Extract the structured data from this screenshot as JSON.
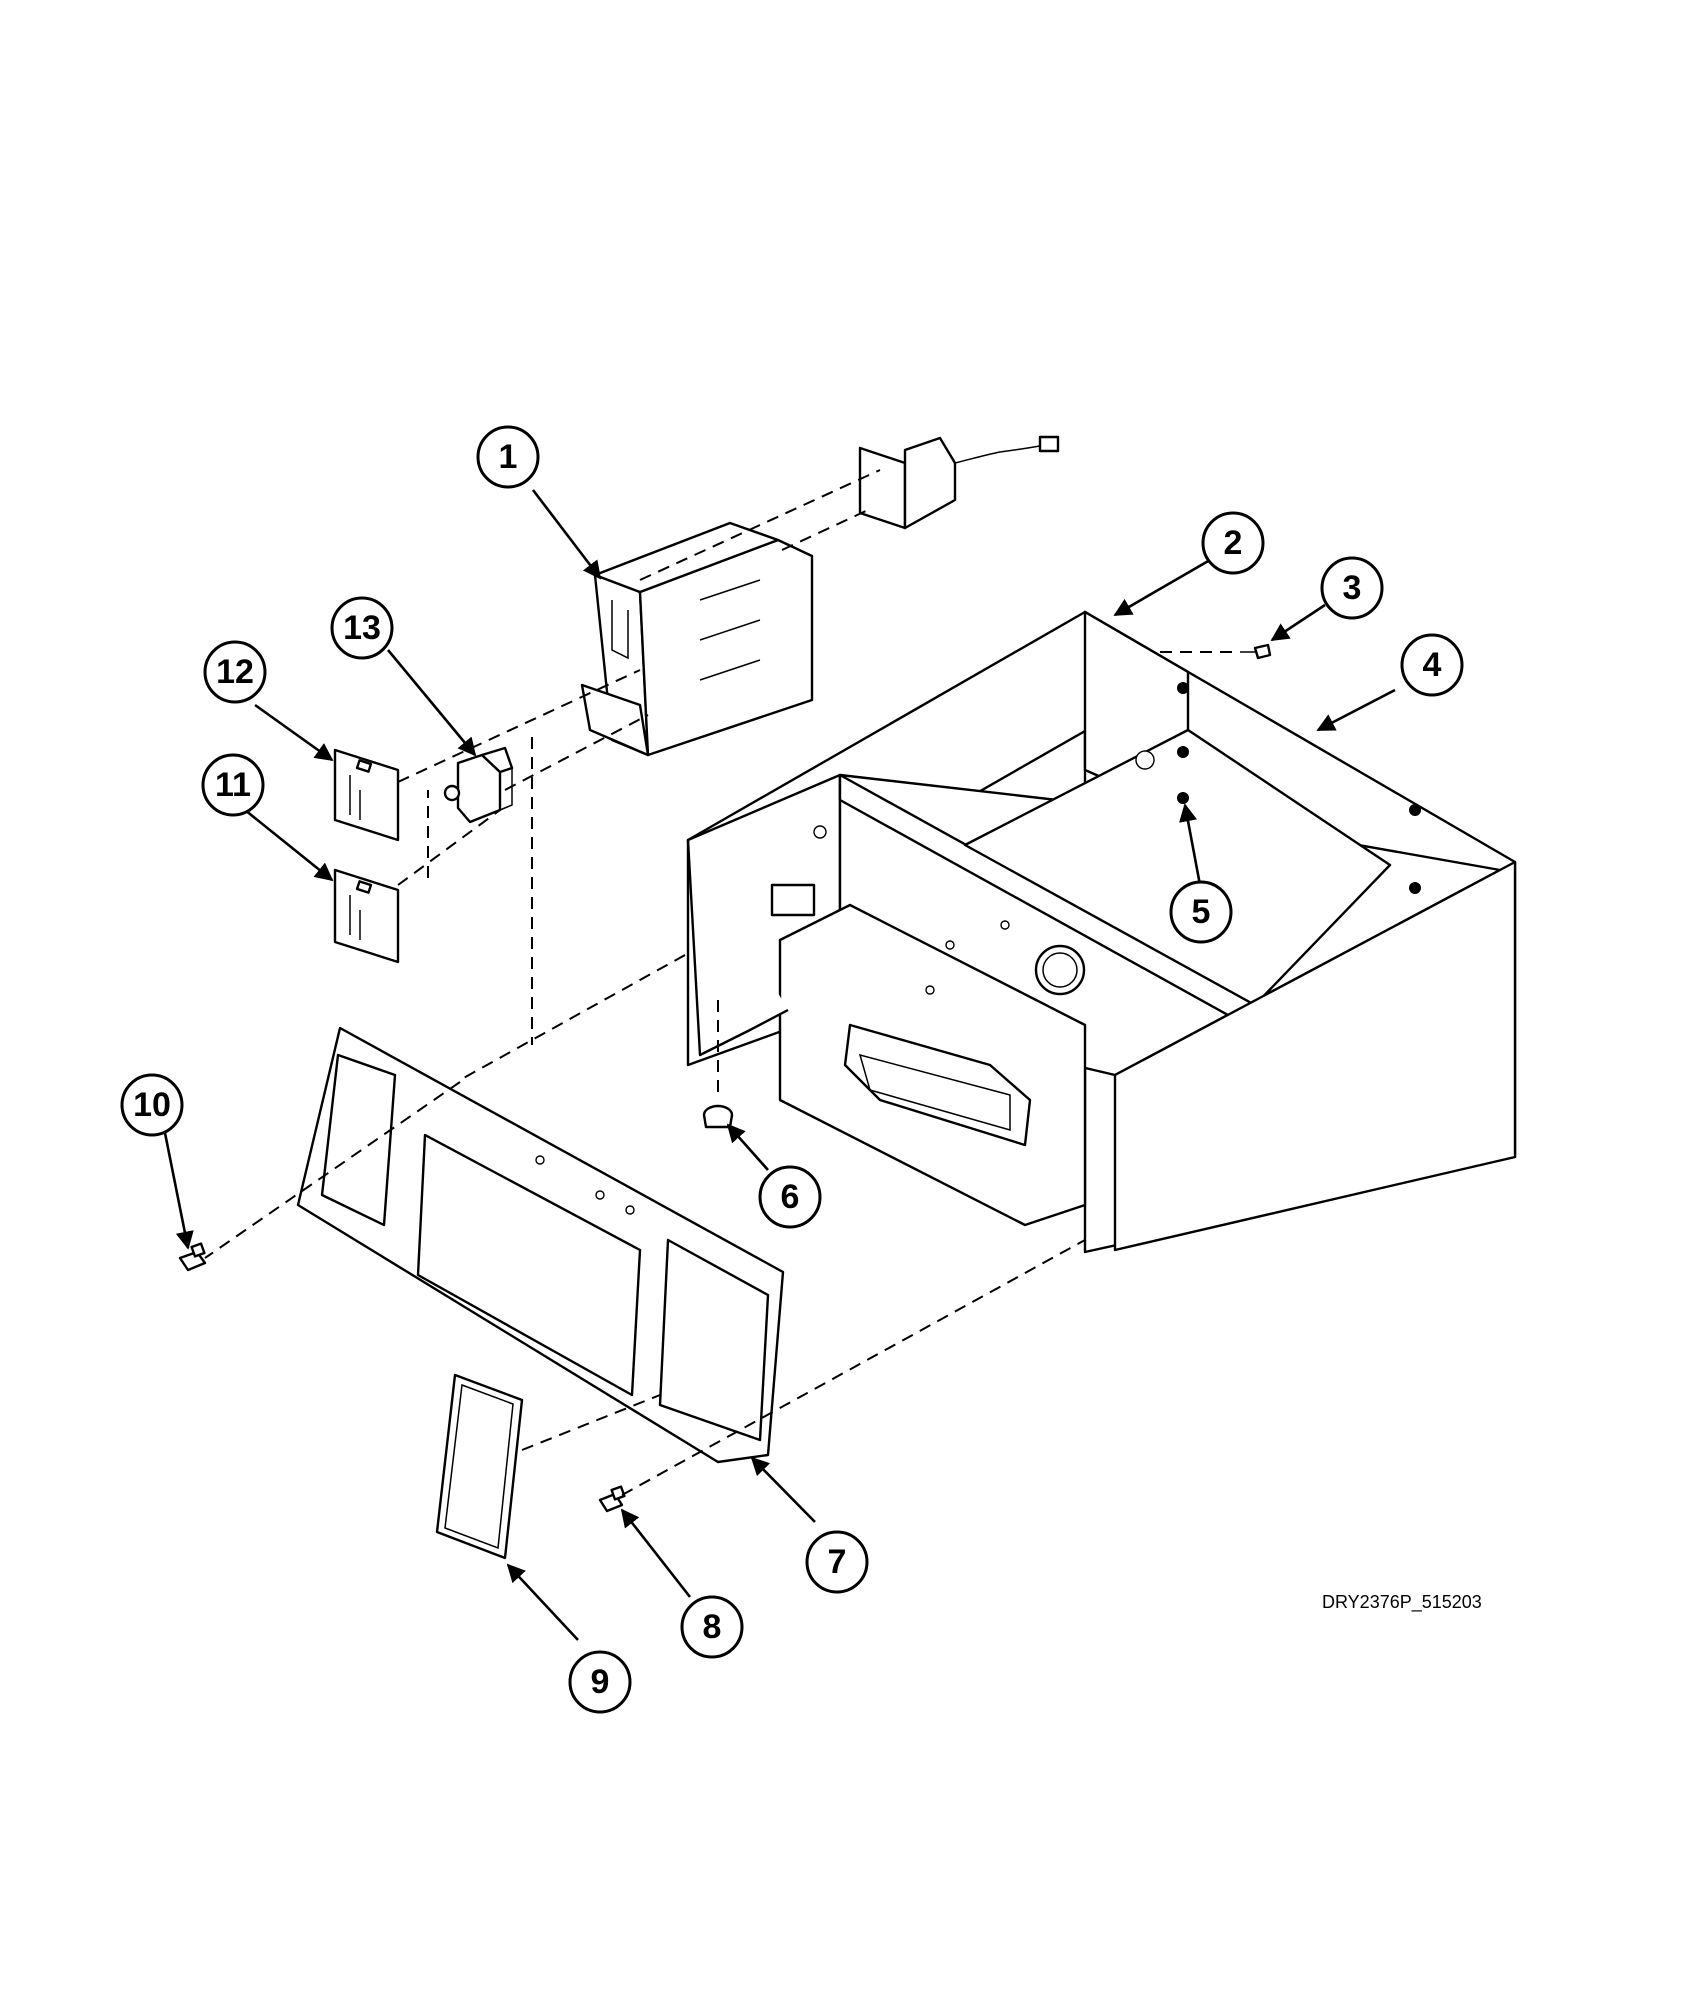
{
  "drawing_id": "DRY2376P_515203",
  "callouts": [
    {
      "number": "1"
    },
    {
      "number": "2"
    },
    {
      "number": "3"
    },
    {
      "number": "4"
    },
    {
      "number": "5"
    },
    {
      "number": "6"
    },
    {
      "number": "7"
    },
    {
      "number": "8"
    },
    {
      "number": "9"
    },
    {
      "number": "10"
    },
    {
      "number": "11"
    },
    {
      "number": "12"
    },
    {
      "number": "13"
    }
  ]
}
